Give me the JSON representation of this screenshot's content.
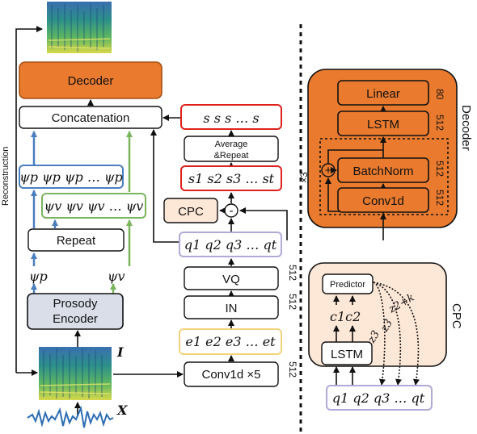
{
  "colors": {
    "orange": "#e97a2e",
    "orange_dark": "#a64f12",
    "cpc_bg": "#fde7d7",
    "encoder_fill": "#d9dee8",
    "blue": "#4a7ebf",
    "green": "#7ab55c",
    "red": "#e0211b",
    "purple": "#b3a8d8",
    "yellow": "#f2d27a"
  },
  "left": {
    "decoder": "Decoder",
    "concatenation": "Concatenation",
    "reconstruction": "Reconstruction",
    "psi_p_row": "ψp ψp ψp … ψp",
    "psi_v_row": "ψv ψv ψv … ψv",
    "repeat": "Repeat",
    "psi_p": "ψp",
    "psi_v": "ψv",
    "prosody_encoder": [
      "Prosody",
      "Encoder"
    ],
    "I": "I",
    "X": "X"
  },
  "middle": {
    "s_row": "s s s … s",
    "average_repeat": [
      "Average",
      "&Repeat"
    ],
    "st_row": "s1 s2 s3 … st",
    "cpc": "CPC",
    "minus": "-",
    "q_row": "q1 q2 q3 … qt",
    "vq": "VQ",
    "vq_dim": "512",
    "in": "IN",
    "in_dim": "512",
    "e_row": "e1 e2 e3 … et",
    "conv": "Conv1d ×5",
    "conv_dim": "512"
  },
  "decoder_detail": {
    "title": "Decoder",
    "linear": "Linear",
    "linear_dim": "80",
    "lstm": "LSTM",
    "lstm_dim": "512",
    "batchnorm": "BatchNorm",
    "batchnorm_dim": "512",
    "conv": "Conv1d",
    "conv_dim": "512",
    "repeat": "×3",
    "plus": "+"
  },
  "cpc_detail": {
    "title": "CPC",
    "predictor": "Predictor",
    "c_row": "c1c2",
    "lstm": "LSTM",
    "q_row": "q1 q2 q3 … qt",
    "z_label": "z2+k",
    "z_label_b": "z3",
    "z_label_c": "z3"
  }
}
